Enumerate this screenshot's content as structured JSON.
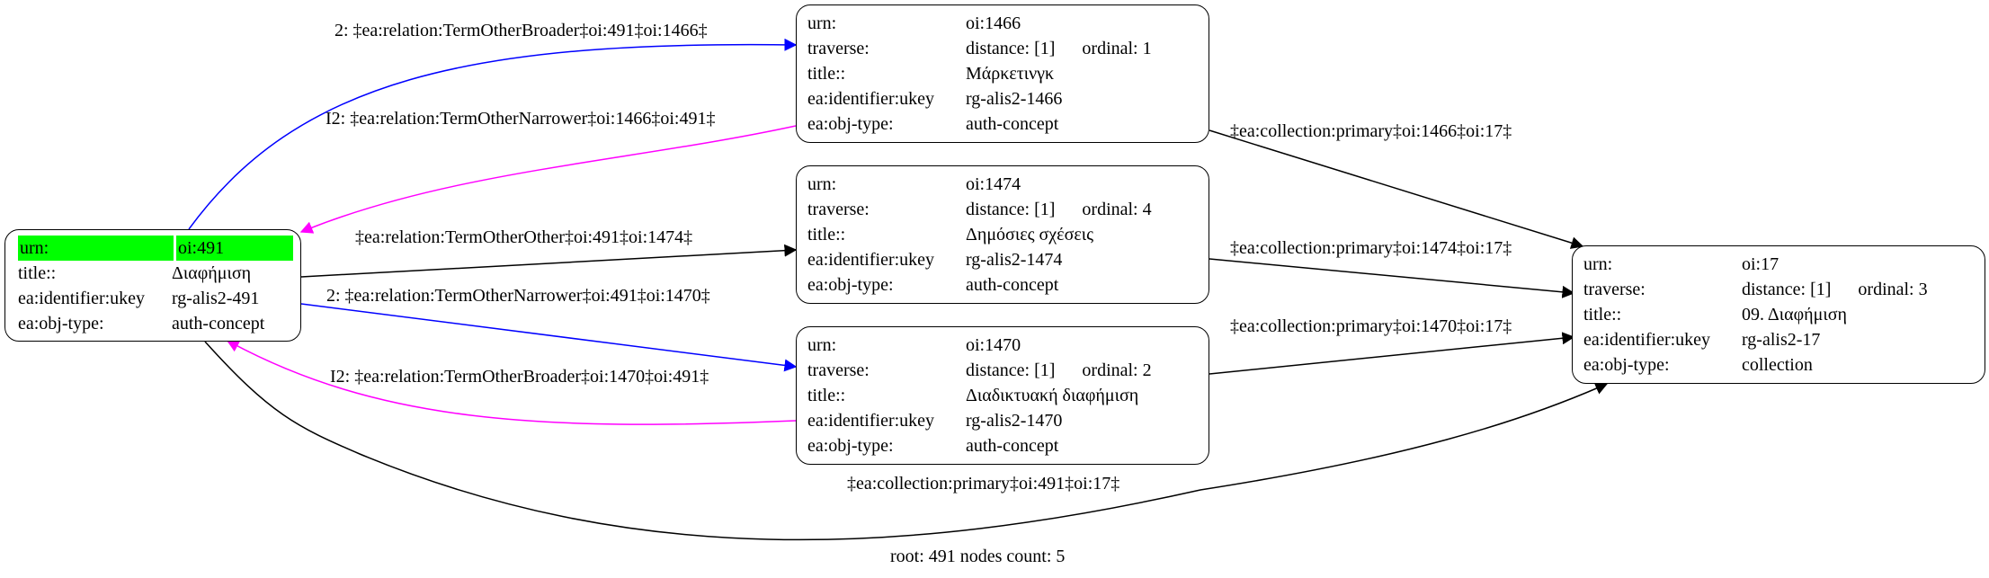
{
  "root_node": {
    "rows": [
      {
        "k": "urn:",
        "v": "oi:491"
      },
      {
        "k": "title::",
        "v": "Διαφήμιση"
      },
      {
        "k": "ea:identifier:ukey",
        "v": "rg-alis2-491"
      },
      {
        "k": "ea:obj-type:",
        "v": "auth-concept"
      }
    ]
  },
  "node_1466": {
    "urn": "oi:1466",
    "distance": "distance: [1]",
    "ordinal": "ordinal: 1",
    "title": "Μάρκετινγκ",
    "ukey": "rg-alis2-1466",
    "objtype": "auth-concept"
  },
  "node_1474": {
    "urn": "oi:1474",
    "distance": "distance: [1]",
    "ordinal": "ordinal: 4",
    "title": "Δημόσιες σχέσεις",
    "ukey": "rg-alis2-1474",
    "objtype": "auth-concept"
  },
  "node_1470": {
    "urn": "oi:1470",
    "distance": "distance: [1]",
    "ordinal": "ordinal: 2",
    "title": "Διαδικτυακή διαφήμιση",
    "ukey": "rg-alis2-1470",
    "objtype": "auth-concept"
  },
  "node_17": {
    "urn": "oi:17",
    "distance": "distance: [1]",
    "ordinal": "ordinal: 3",
    "title": "09. Διαφήμιση",
    "ukey": "rg-alis2-17",
    "objtype": "collection"
  },
  "keys": {
    "urn": "urn:",
    "traverse": "traverse:",
    "title": "title::",
    "ukey": "ea:identifier:ukey",
    "objtype": "ea:obj-type:"
  },
  "edges": {
    "e491_1466": "2: ‡ea:relation:TermOtherBroader‡oi:491‡oi:1466‡",
    "e1466_491": "I2: ‡ea:relation:TermOtherNarrower‡oi:1466‡oi:491‡",
    "e491_1474": "‡ea:relation:TermOtherOther‡oi:491‡oi:1474‡",
    "e491_1470": "2: ‡ea:relation:TermOtherNarrower‡oi:491‡oi:1470‡",
    "e1470_491": "I2: ‡ea:relation:TermOtherBroader‡oi:1470‡oi:491‡",
    "e1466_17": "‡ea:collection:primary‡oi:1466‡oi:17‡",
    "e1474_17": "‡ea:collection:primary‡oi:1474‡oi:17‡",
    "e1470_17": "‡ea:collection:primary‡oi:1470‡oi:17‡",
    "e491_17": "‡ea:collection:primary‡oi:491‡oi:17‡"
  },
  "edge_colors": {
    "blue": "#0000ff",
    "magenta": "#ff00ff",
    "black": "#000000"
  },
  "highlight_color": "#00ff00",
  "footer": "root: 491 nodes count: 5"
}
